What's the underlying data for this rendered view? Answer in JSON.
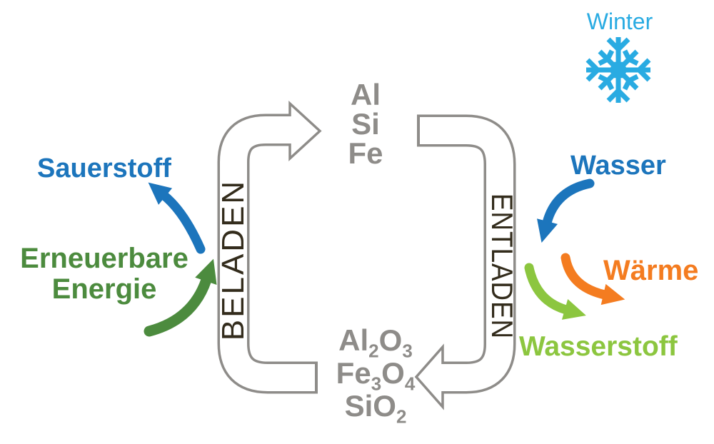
{
  "diagram": {
    "season": {
      "label": "Winter",
      "icon": "snowflake-icon"
    },
    "cycle": {
      "charge_label": "BELADEN",
      "discharge_label": "ENTLADEN",
      "reduced_species": [
        "Al",
        "Si",
        "Fe"
      ],
      "oxidized_species": [
        {
          "parts": [
            {
              "t": "Al"
            },
            {
              "t": "2",
              "sub": true
            },
            {
              "t": "O"
            },
            {
              "t": "3",
              "sub": true
            }
          ]
        },
        {
          "parts": [
            {
              "t": "Fe"
            },
            {
              "t": "3",
              "sub": true
            },
            {
              "t": "O"
            },
            {
              "t": "4",
              "sub": true
            }
          ]
        },
        {
          "parts": [
            {
              "t": "Si"
            },
            {
              "t": "O"
            },
            {
              "t": "2",
              "sub": true
            }
          ]
        }
      ]
    },
    "left_side": {
      "output": "Sauerstoff",
      "input_line1": "Erneuerbare",
      "input_line2": "Energie"
    },
    "right_side": {
      "input": "Wasser",
      "output_heat": "Wärme",
      "output_hydrogen": "Wasserstoff"
    },
    "colors": {
      "blue": "#1C75BC",
      "light_blue": "#29ABE2",
      "dark_green": "#4C8B3E",
      "light_green": "#8CC63F",
      "orange": "#F47C20",
      "tube_gray": "#8E8C89",
      "species_gray": "#8E8C89",
      "label_dark": "#332C1C"
    }
  }
}
